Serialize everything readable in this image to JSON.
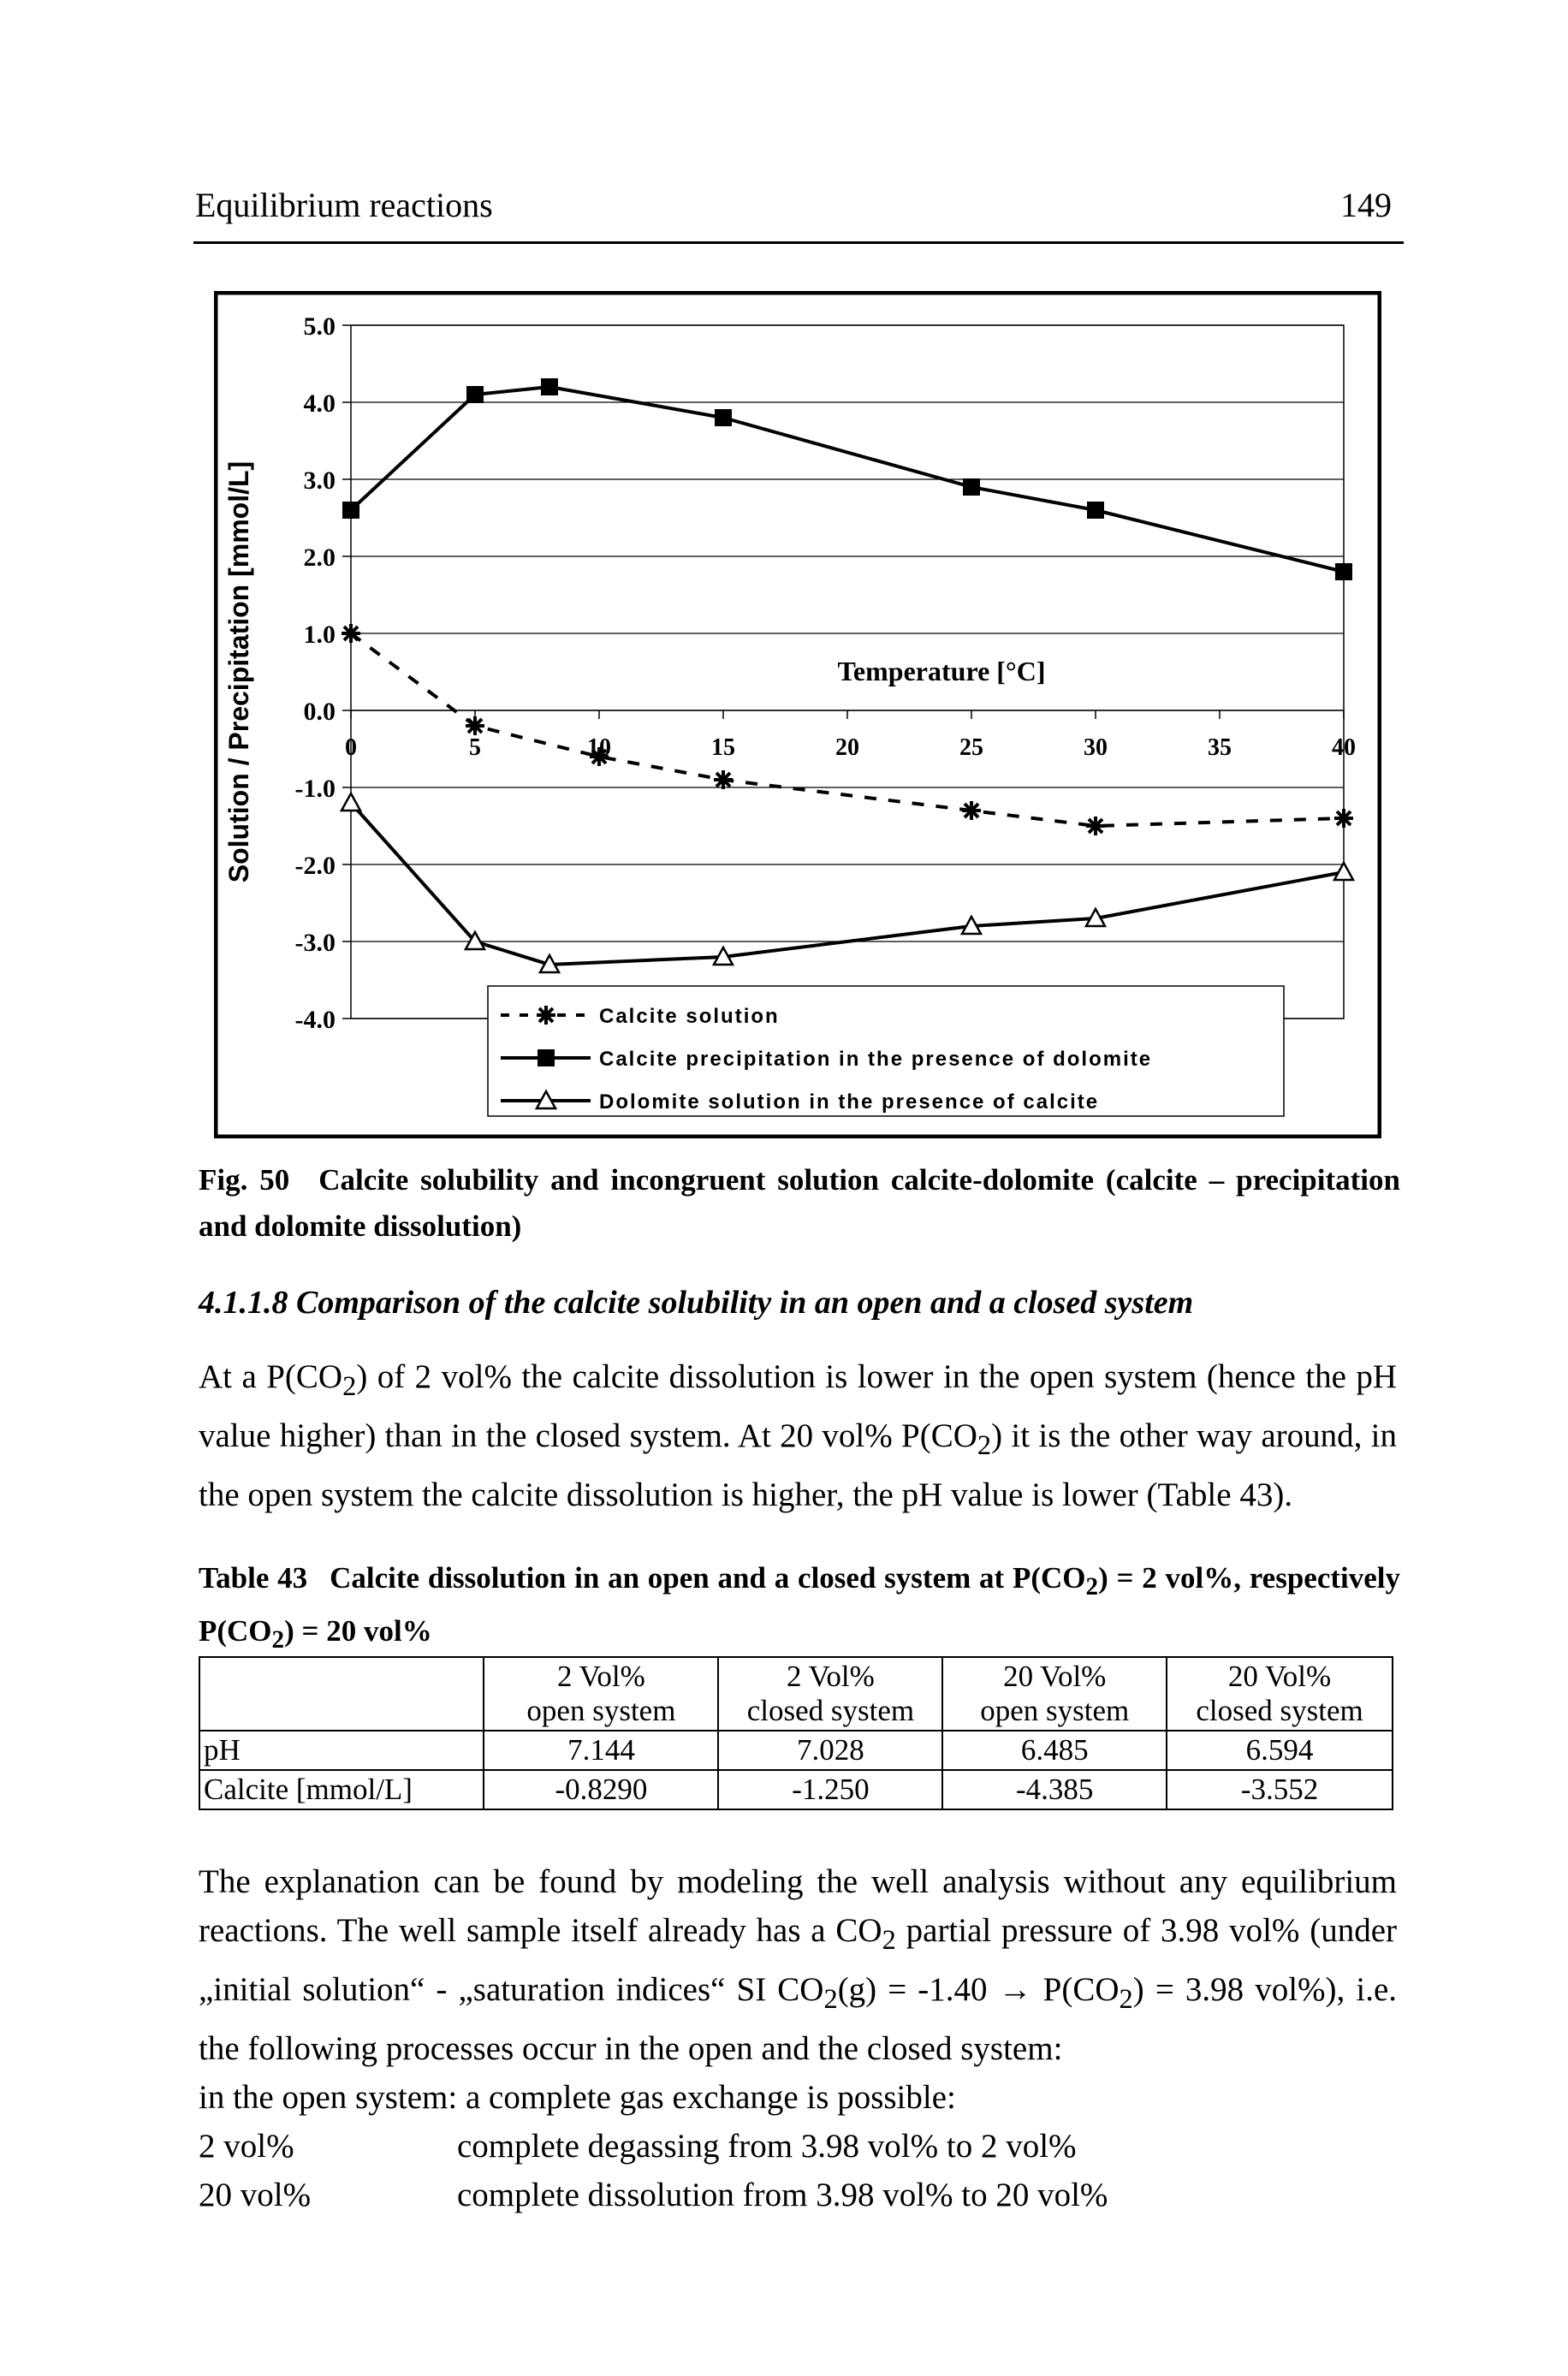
{
  "running_header": {
    "title": "Equilibrium reactions",
    "page_number": "149"
  },
  "figure": {
    "caption_number": "Fig. 50",
    "caption_text": "Calcite solubility and incongruent solution calcite-dolomite (calcite – precipitation and dolomite dissolution)"
  },
  "chart_data": {
    "type": "line",
    "xlabel": "Temperature [°C]",
    "ylabel": "Solution / Precipitation [mmol/L]",
    "xlim": [
      0,
      40
    ],
    "ylim": [
      -4.0,
      5.0
    ],
    "x_ticks": [
      "0",
      "5",
      "10",
      "15",
      "20",
      "25",
      "30",
      "35",
      "40"
    ],
    "y_ticks": [
      "5.0",
      "4.0",
      "3.0",
      "2.0",
      "1.0",
      "0.0",
      "-1.0",
      "-2.0",
      "-3.0",
      "-4.0"
    ],
    "grid": "horizontal",
    "legend_position": "bottom-right",
    "series": [
      {
        "name": "Calcite solution",
        "marker": "asterisk",
        "line": "dashed",
        "x": [
          0,
          5,
          10,
          15,
          25,
          30,
          40
        ],
        "y": [
          1.0,
          -0.2,
          -0.6,
          -0.9,
          -1.3,
          -1.5,
          -1.4
        ]
      },
      {
        "name": "Calcite precipitation in the presence of dolomite",
        "marker": "square",
        "line": "solid",
        "x": [
          0,
          5,
          8,
          15,
          25,
          30,
          40
        ],
        "y": [
          2.6,
          4.1,
          4.2,
          3.8,
          2.9,
          2.6,
          1.8
        ]
      },
      {
        "name": "Dolomite solution in the presence of calcite",
        "marker": "triangle",
        "line": "solid",
        "x": [
          0,
          5,
          8,
          15,
          25,
          30,
          40
        ],
        "y": [
          -1.2,
          -3.0,
          -3.3,
          -3.2,
          -2.8,
          -2.7,
          -2.1
        ]
      }
    ]
  },
  "section": {
    "heading": "4.1.1.8 Comparison of the calcite solubility in an open and a closed system"
  },
  "paragraph_1": {
    "p1": "At a P(CO",
    "s1": "2",
    "p2": ") of 2 vol% the calcite dissolution is lower in the open system (hence the pH value higher) than in the closed system. At 20 vol% P(CO",
    "s2": "2",
    "p3": ") it is the other way around, in the open system the calcite dissolution is higher, the pH value is lower (Table 43)."
  },
  "table_caption": {
    "number": "Table 43",
    "p1": "Calcite dissolution in an open and a closed system at P(CO",
    "s1": "2",
    "p2": ") = 2 vol%, respectively P(CO",
    "s2": "2",
    "p3": ") = 20 vol%"
  },
  "table": {
    "columns": [
      {
        "line1": "2 Vol%",
        "line2": "open system"
      },
      {
        "line1": "2 Vol%",
        "line2": "closed system"
      },
      {
        "line1": "20 Vol%",
        "line2": "open system"
      },
      {
        "line1": "20 Vol%",
        "line2": "closed system"
      }
    ],
    "rows": [
      {
        "label": "pH",
        "cells": [
          "7.144",
          "7.028",
          "6.485",
          "6.594"
        ]
      },
      {
        "label": "Calcite [mmol/L]",
        "cells": [
          "-0.8290",
          "-1.250",
          "-4.385",
          "-3.552"
        ]
      }
    ]
  },
  "paragraph_2": {
    "a1": "The explanation can be found by modeling the well analysis without any equilibrium reactions. The well sample itself already has a CO",
    "a2": "2",
    "a3": " partial pressure of 3.98 vol% (under „initial solution“ - „saturation indices“ SI CO",
    "a4": "2",
    "a5": "(g) = -1.40 → P(CO",
    "a6": "2",
    "a7": ") = 3.98 vol%), i.e. the following processes occur in the open and the closed system:",
    "line2": "in the open system: a complete gas exchange is possible:",
    "rows": [
      {
        "left": "2 vol%",
        "right": "complete degassing from 3.98 vol% to  2 vol%"
      },
      {
        "left": "20 vol%",
        "right": "complete dissolution from 3.98 vol% to 20 vol%"
      }
    ]
  }
}
